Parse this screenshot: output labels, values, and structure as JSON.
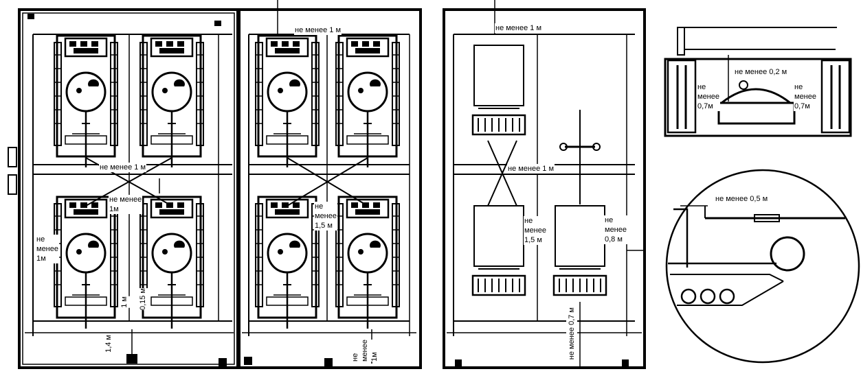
{
  "labels": {
    "bay1_mid": "не менее 1 м",
    "bay1_between": "не менее\n1м",
    "bay1_left": "не\nменее\n1м",
    "bay1_v1": "1 м",
    "bay1_v015": "0,15 м",
    "bay1_v14": "1,4 м",
    "bay2_top": "не менее 1 м",
    "bay2_between": "не\nменее\n1,5 м",
    "bay2_bottom": "не\nменее\n1м",
    "bay3_top": "не менее 1 м",
    "bay3_mid": "не менее 1 м",
    "bay3_between": "не\nменее\n1,5 м",
    "bay3_right": "не\nменее\n0,8 м",
    "bay3_bottom": "не менее 0,7 м",
    "front_top": "не менее 0,2 м",
    "front_left": "не\nменее\n0,7м",
    "front_right": "не\nменее\n0,7м",
    "circle_top": "не менее 0,5 м"
  }
}
